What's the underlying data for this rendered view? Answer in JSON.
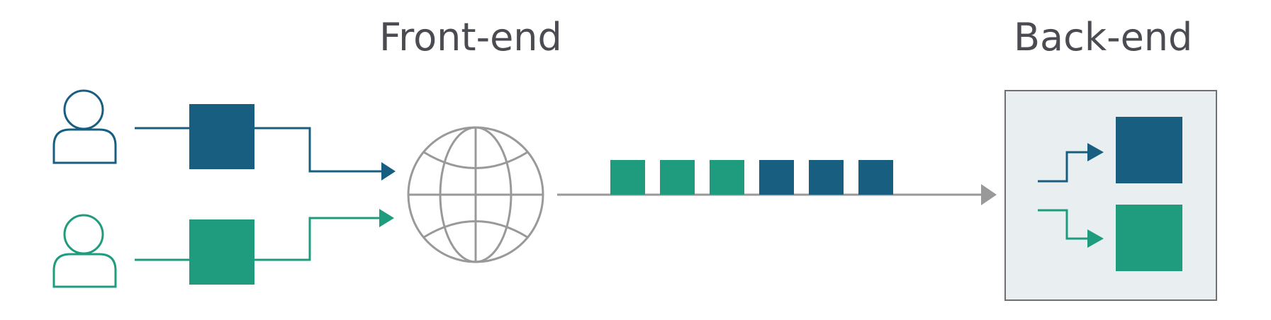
{
  "labels": {
    "front_end": "Front-end",
    "back_end": "Back-end"
  },
  "colors": {
    "navy": "#175e80",
    "teal": "#1f9b7e",
    "gray": "#999999",
    "backend_bg": "#e9eff1",
    "backend_border": "#707070",
    "text": "#4a4c52"
  },
  "icons": [
    "user-icon",
    "globe-icon",
    "arrow-icon"
  ],
  "queue": [
    "teal",
    "teal",
    "teal",
    "navy",
    "navy",
    "navy"
  ]
}
